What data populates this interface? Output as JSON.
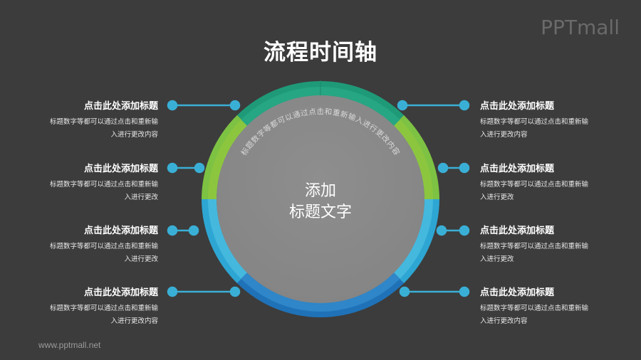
{
  "title": "流程时间轴",
  "logo": "PPTmall",
  "footer_url": "www.pptmall.net",
  "center": {
    "line1": "添加",
    "line2": "标题文字",
    "arc_text": "标题数字等都可以通过点击和重新输入进行更改内容"
  },
  "colors": {
    "background": "#3c3c3c",
    "inner_disk": "#8a8a8a",
    "connector": "#3aafd6",
    "ring_top_outer": "#1f9a78",
    "ring_top_inner": "#25a884",
    "ring_upper_side_outer": "#7dc243",
    "ring_upper_side_inner": "#8cc63f",
    "ring_lower_side_outer": "#2ea6d3",
    "ring_lower_side_inner": "#45b8de",
    "ring_bottom_outer": "#1f72b8",
    "ring_bottom_inner": "#2f86c8"
  },
  "left_items": [
    {
      "title": "点击此处添加标题",
      "desc_line1": "标题数字等都可以通过点击和重新输",
      "desc_line2": "入进行更改内容"
    },
    {
      "title": "点击此处添加标题",
      "desc_line1": "标题数字等都可以通过点击和重新输",
      "desc_line2": "入进行更改"
    },
    {
      "title": "点击此处添加标题",
      "desc_line1": "标题数字等都可以通过点击和重新输",
      "desc_line2": "入进行更改"
    },
    {
      "title": "点击此处添加标题",
      "desc_line1": "标题数字等都可以通过点击和重新输",
      "desc_line2": "入进行更改内容"
    }
  ],
  "right_items": [
    {
      "title": "点击此处添加标题",
      "desc_line1": "标题数字等都可以通过点击和重新输",
      "desc_line2": "入进行更改内容"
    },
    {
      "title": "点击此处添加标题",
      "desc_line1": "标题数字等都可以通过点击和重新输",
      "desc_line2": "入进行更改"
    },
    {
      "title": "点击此处添加标题",
      "desc_line1": "标题数字等都可以通过点击和重新输",
      "desc_line2": "入进行更改"
    },
    {
      "title": "点击此处添加标题",
      "desc_line1": "标题数字等都可以通过点击和重新输",
      "desc_line2": "入进行更改内容"
    }
  ]
}
